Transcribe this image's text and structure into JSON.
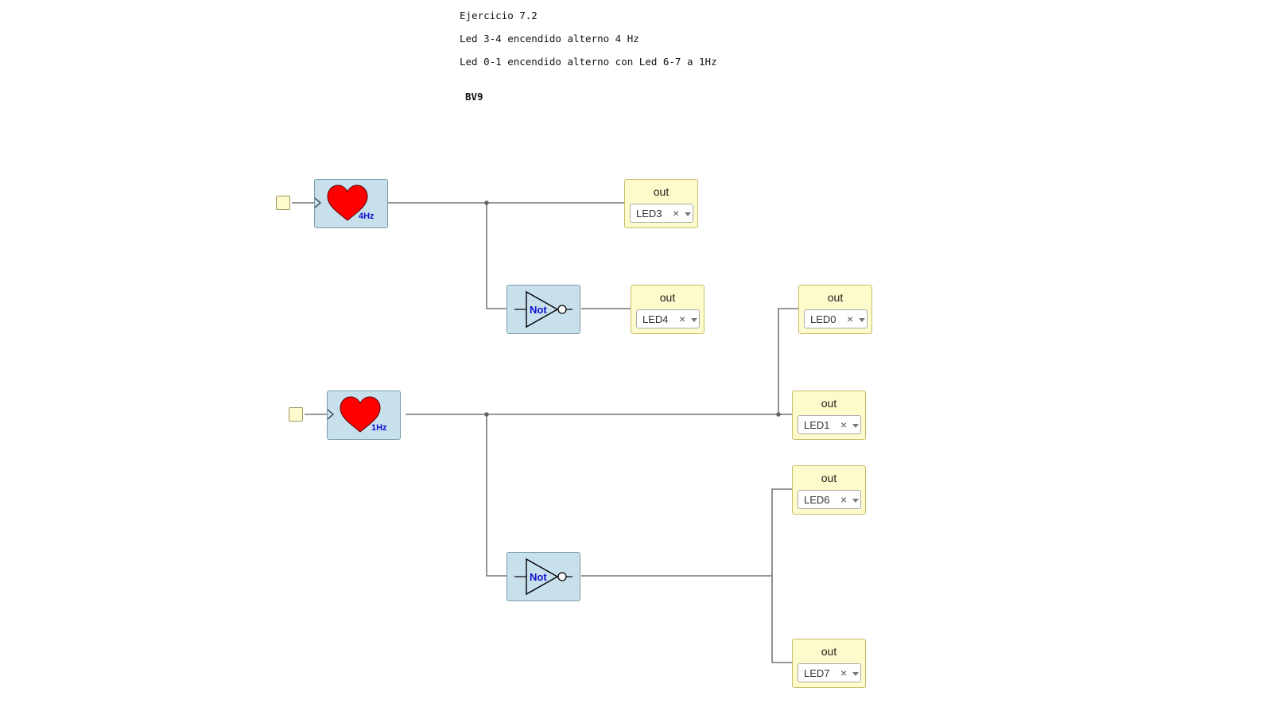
{
  "notes": {
    "line1": "Ejercicio 7.2",
    "line2": "Led 3-4 encendido alterno 4 Hz",
    "line3": "Led 0-1 encendido alterno con Led 6-7 a 1Hz",
    "tag": "BV9"
  },
  "heartbeats": [
    {
      "freq": "4Hz"
    },
    {
      "freq": "1Hz"
    }
  ],
  "not_gates": [
    {
      "label": "Not"
    },
    {
      "label": "Not"
    }
  ],
  "outputs": [
    {
      "label": "out",
      "value": "LED3"
    },
    {
      "label": "out",
      "value": "LED4"
    },
    {
      "label": "out",
      "value": "LED0"
    },
    {
      "label": "out",
      "value": "LED1"
    },
    {
      "label": "out",
      "value": "LED6"
    },
    {
      "label": "out",
      "value": "LED7"
    }
  ],
  "select_clear_glyph": "×",
  "colors": {
    "block_bg": "#c7e0ec",
    "output_bg": "#fdfbcb",
    "heart": "#ff0000",
    "freq_text": "#1010d0",
    "wire": "#777777"
  }
}
